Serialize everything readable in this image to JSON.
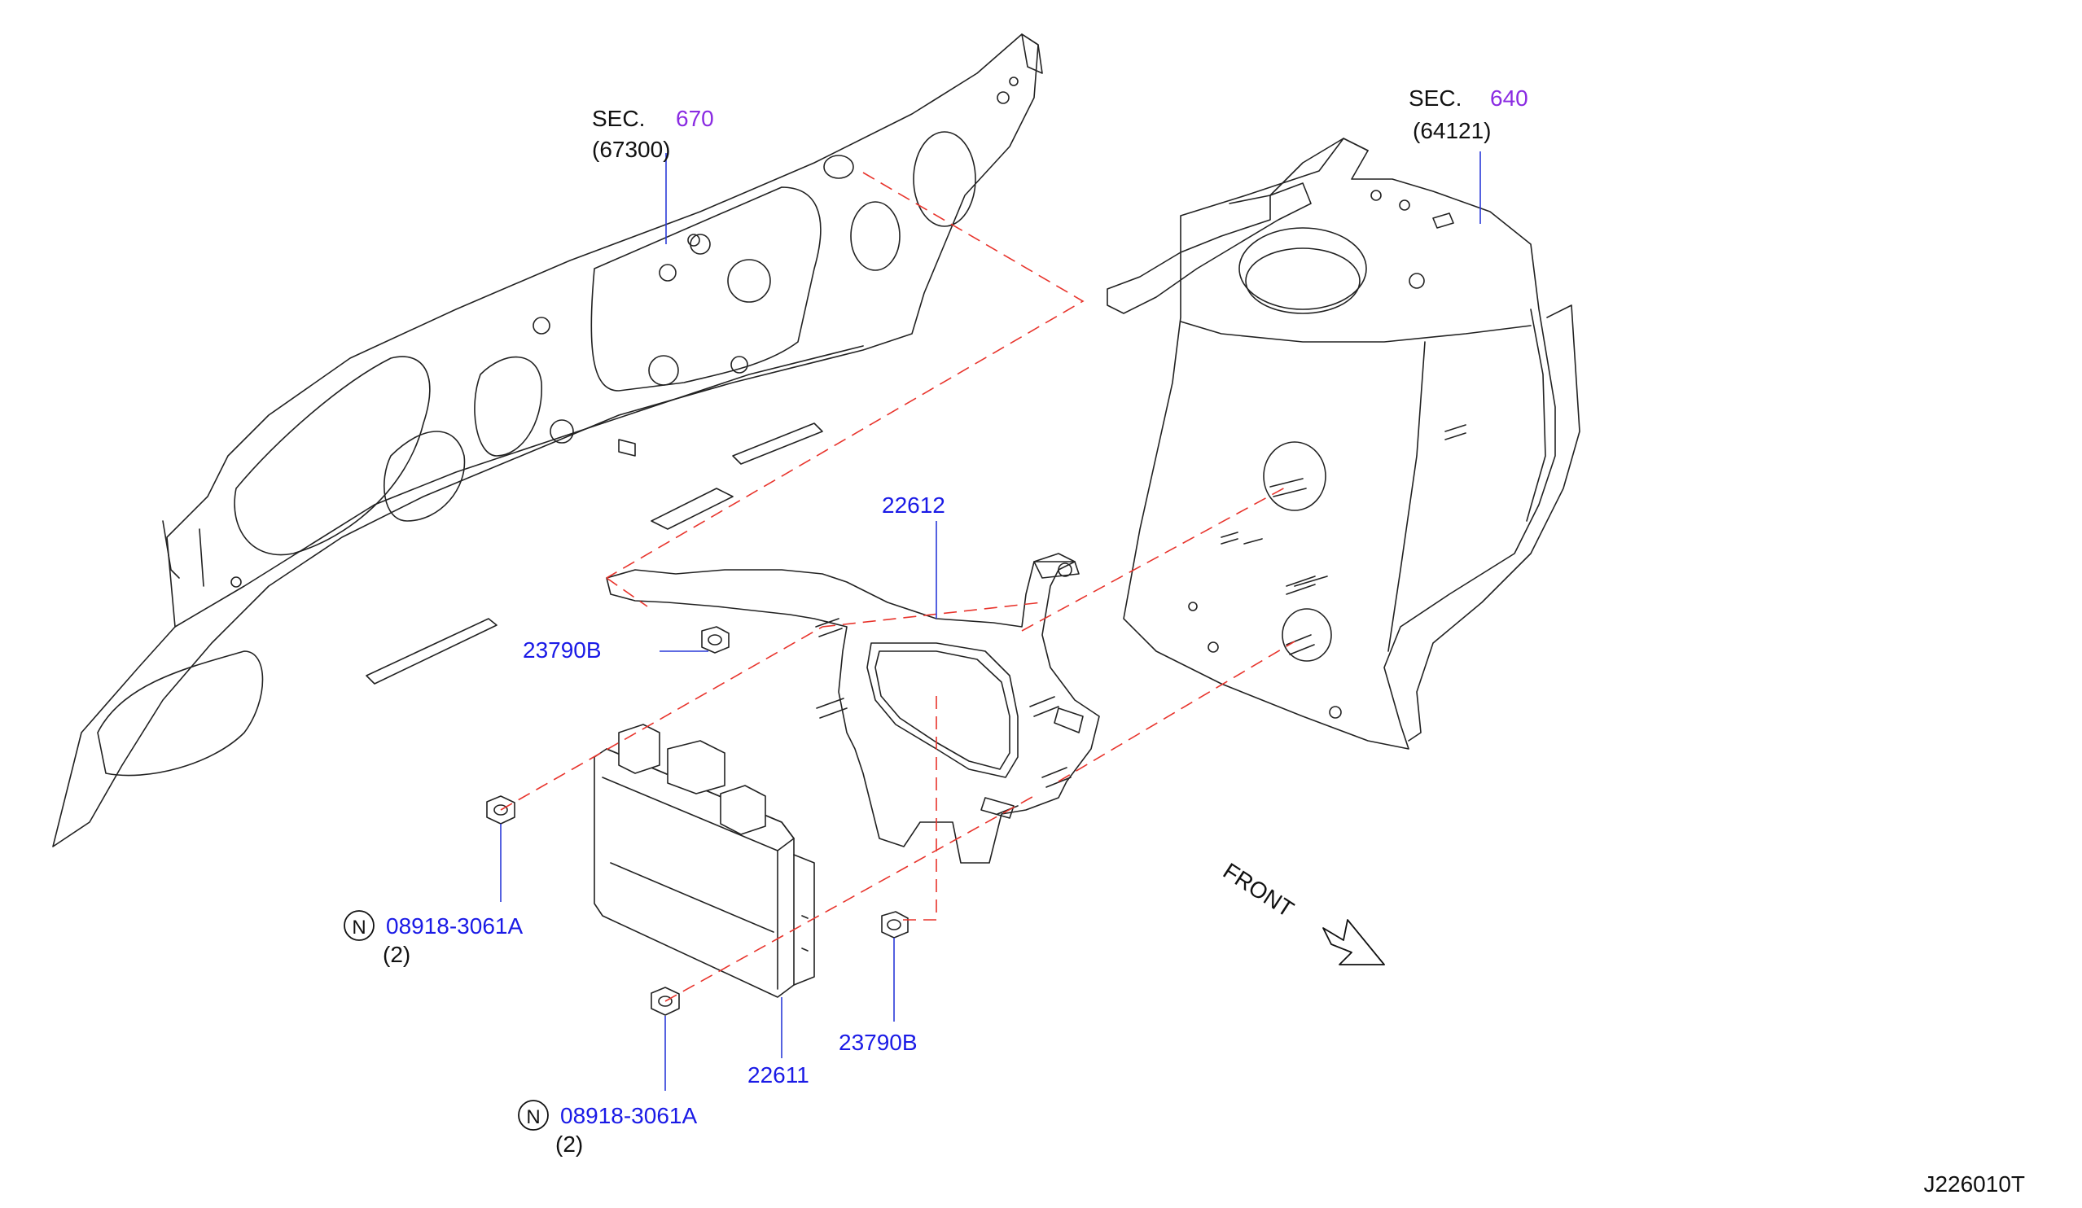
{
  "sections": [
    {
      "prefix": "SEC.",
      "number": "670",
      "sub": "(67300)"
    },
    {
      "prefix": "SEC.",
      "number": "640",
      "sub": "(64121)"
    }
  ],
  "parts": {
    "bracket": "22612",
    "ecm": "22611",
    "nut_upper": "23790B",
    "nut_lower": "23790B",
    "bolt_left": {
      "marker": "N",
      "number": "08918-3061A",
      "qty": "(2)"
    },
    "bolt_bottom": {
      "marker": "N",
      "number": "08918-3061A",
      "qty": "(2)"
    }
  },
  "direction_label": "FRONT",
  "figure_id": "J226010T",
  "colors": {
    "part_number": "#1a1ae6",
    "section_number": "#8a2be2",
    "leader": "#2a3ad8",
    "phantom_line": "#e8342c",
    "outline": "#222222"
  },
  "icons": {
    "direction": "front-arrow-icon",
    "n_marker": "circle-n-icon"
  }
}
